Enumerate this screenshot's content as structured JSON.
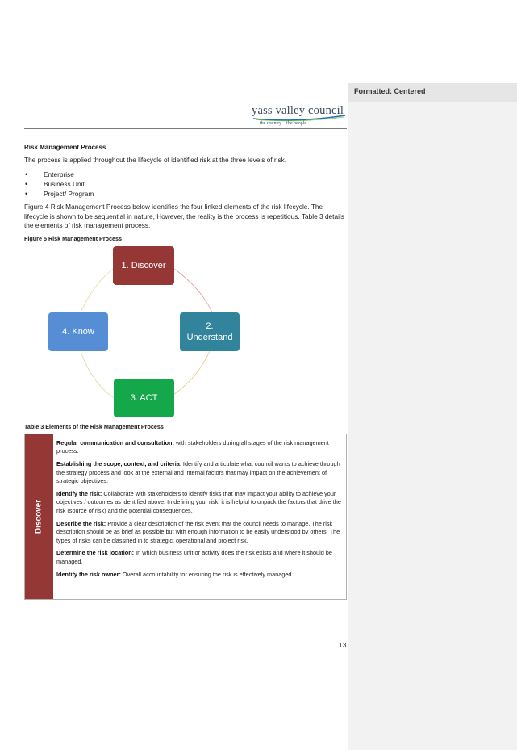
{
  "side_panel": {
    "title": "Formatted: Centered"
  },
  "logo": {
    "name": "yass valley council",
    "tagline_left": "the country",
    "tagline_right": "the people"
  },
  "document": {
    "section_heading": "Risk Management Process",
    "intro": "The process is applied throughout the lifecycle of identified risk at the three levels of risk.",
    "levels": [
      "Enterprise",
      "Business Unit",
      "Project/ Program"
    ],
    "figure_paragraph": "Figure 4 Risk Management Process below identifies the four linked elements of the risk lifecycle. The lifecycle is shown to be sequential in nature, However, the reality is the process is repetitious. Table 3 details the elements of risk management process.",
    "figure_caption": "Figure 5 Risk Management Process",
    "cycle": {
      "step1": "1. Discover",
      "step2": "2. Understand",
      "step3": "3. ACT",
      "step4": "4. Know",
      "colors": {
        "discover": "#953734",
        "understand": "#31849b",
        "act": "#15a84a",
        "know": "#558ed5"
      }
    },
    "table_caption": "Table 3 Elements of the Risk Management Process",
    "table": {
      "side_label": "Discover",
      "items": [
        {
          "term": "Regular communication and consultation:",
          "text": " with stakeholders during all stages of the risk management process."
        },
        {
          "term": "Establishing the scope, context, and criteria",
          "text": ": Identify and articulate what council wants to achieve through the strategy process and look at the external and internal factors that may impact on the achievement of strategic objectives."
        },
        {
          "term": "Identify the risk:",
          "text": " Collaborate with stakeholders to identify risks that may impact your ability to achieve your objectives / outcomes as identified above. In defining your risk, it is helpful to unpack the factors that drive the risk (source of risk) and the potential consequences."
        },
        {
          "term": "Describe the risk:",
          "text": " Provide a clear description of the risk event that the council needs to manage. The risk description should be as brief as possible but with enough information to be easily understood by others. The types of risks can be classified in to strategic, operational and project risk."
        },
        {
          "term": "Determine the risk location:",
          "text": " In which business unit or activity does the risk exists and where it should be managed."
        },
        {
          "term": "Identify the risk owner:",
          "text": " Overall accountability for ensuring the risk is effectively managed."
        }
      ]
    },
    "page_number": "13"
  }
}
